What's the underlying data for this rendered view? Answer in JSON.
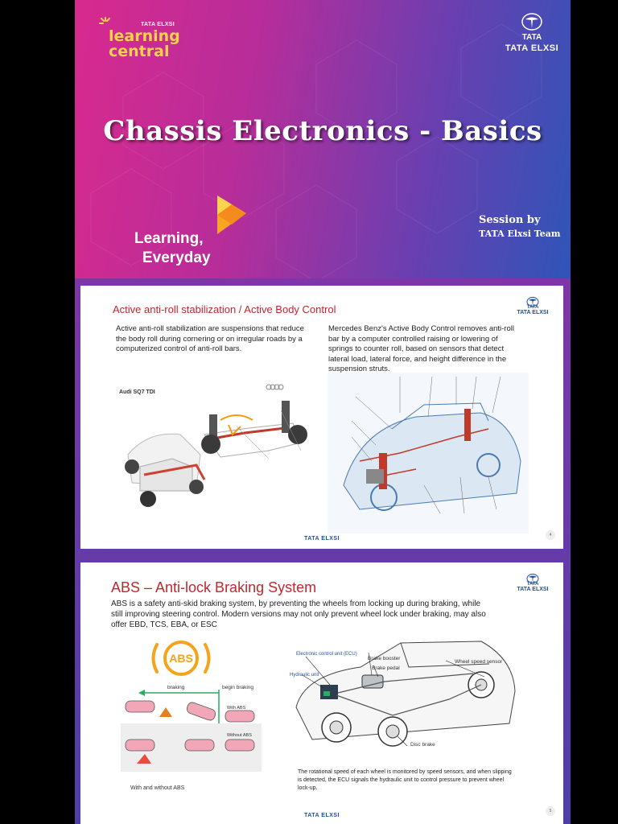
{
  "title_slide": {
    "logo_small": "TATA ELXSI",
    "logo_word1": "learning",
    "logo_word2": "central",
    "brand_top": "TATA",
    "brand_bottom": "TATA ELXSI",
    "title": "Chassis Electronics - Basics",
    "tagline_line1": "Learning,",
    "tagline_line2": "Everyday",
    "session_label": "Session by",
    "session_team": "TATA Elxsi Team"
  },
  "slide_anti_roll": {
    "title": "Active anti-roll stabilization / Active Body Control",
    "brand_top": "TATA",
    "brand_bottom": "TATA ELXSI",
    "left_text": "Active anti-roll stabilization are suspensions that reduce the body roll during cornering or on irregular roads by a computerized control of anti-roll bars.",
    "right_text": "Mercedes Benz's Active Body Control removes anti-roll bar by a computer controlled raising or lowering of springs to counter roll, based on sensors that detect lateral load, lateral force, and height difference in the suspension struts.",
    "audi_caption": "Audi SQ7 TDI",
    "footer": "TATA ELXSI",
    "page": "4"
  },
  "slide_abs": {
    "title": "ABS – Anti-lock Braking System",
    "brand_top": "TATA",
    "brand_bottom": "TATA ELXSI",
    "intro": "ABS is a safety anti-skid braking system, by preventing the wheels from locking up during braking, while still improving steering control. Modern versions may not only prevent wheel lock under braking, may also offer  EBD, TCS, EBA, or ESC",
    "abs_badge": "ABS",
    "diagram_labels": {
      "braking": "braking",
      "begin_braking": "begin braking",
      "with_abs": "With ABS",
      "without_abs": "Without ABS"
    },
    "left_caption": "With and without ABS",
    "car_labels": {
      "ecu": "Electronic control unit (ECU)",
      "hydraulic": "Hydraulic unit",
      "booster": "Brake booster",
      "pedal": "Brake pedal",
      "wheel_sensor": "Wheel speed sensor",
      "disc": "Disc brake"
    },
    "right_caption": "The rotational speed of each wheel is monitored by speed sensors, and when slipping is detected, the ECU signals the hydraulic unit to control pressure to prevent wheel lock-up.",
    "footer": "TATA ELXSI",
    "page": "5"
  }
}
